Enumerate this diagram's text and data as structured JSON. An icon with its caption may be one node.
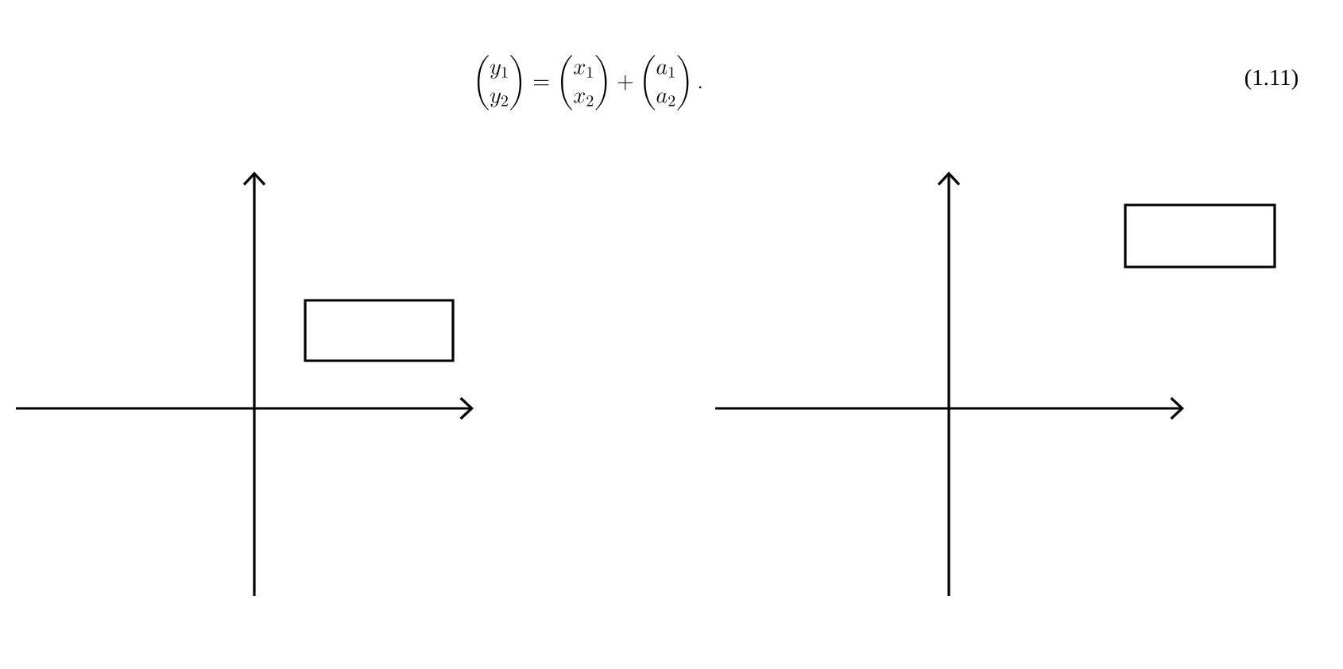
{
  "diagram": {
    "nodes": [
      {
        "text": [],
        "shape": "box"
      },
      {
        "text": [],
        "shape": "box"
      }
    ],
    "labels": [
      "\\begin{pmatrix} y_1 \\\\ y_2 \\end{pmatrix} = \\begin{pmatrix} x_1 \\\\ x_2 \\end{pmatrix} + \\begin{pmatrix} a_1 \\\\ a_2 \\end{pmatrix}.",
      "(1.11)"
    ]
  }
}
